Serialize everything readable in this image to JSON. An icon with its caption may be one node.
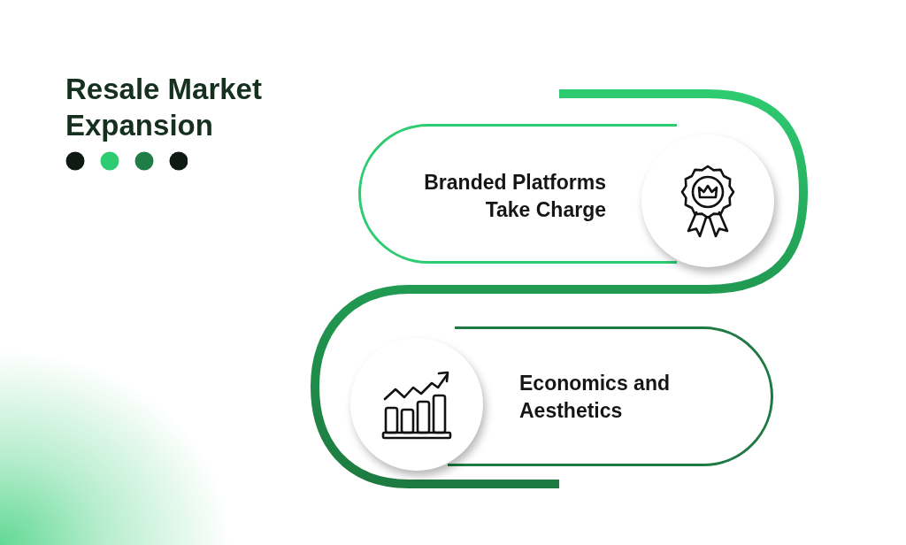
{
  "diagram": {
    "title": "Resale Market Expansion",
    "nodes": [
      {
        "text": [
          "Branded Platforms Take Charge"
        ]
      },
      {
        "text": [
          "Economics and Aesthetics"
        ]
      }
    ],
    "edges": [
      {
        "from": 0,
        "to": 1,
        "arrow": "none",
        "style": "thick"
      }
    ]
  }
}
